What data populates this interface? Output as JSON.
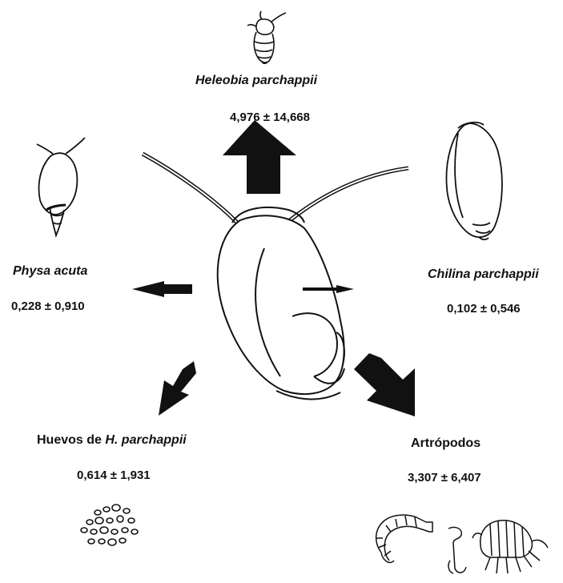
{
  "prey": {
    "heleobia": {
      "name": "Heleobia parchappii",
      "value": "4,976 ± 14,668"
    },
    "physa": {
      "name": "Physa acuta",
      "value": "0,228 ± 0,910"
    },
    "chilina": {
      "name": "Chilina parchappii",
      "value": "0,102 ± 0,546"
    },
    "huevos": {
      "prefix": "Huevos de ",
      "name_italic": "H. parchappii",
      "value": "0,614 ± 1,931"
    },
    "artropodos": {
      "name": "Artrópodos",
      "value": "3,307 ± 6,407"
    }
  },
  "colors": {
    "ink": "#111111",
    "background": "#ffffff"
  }
}
